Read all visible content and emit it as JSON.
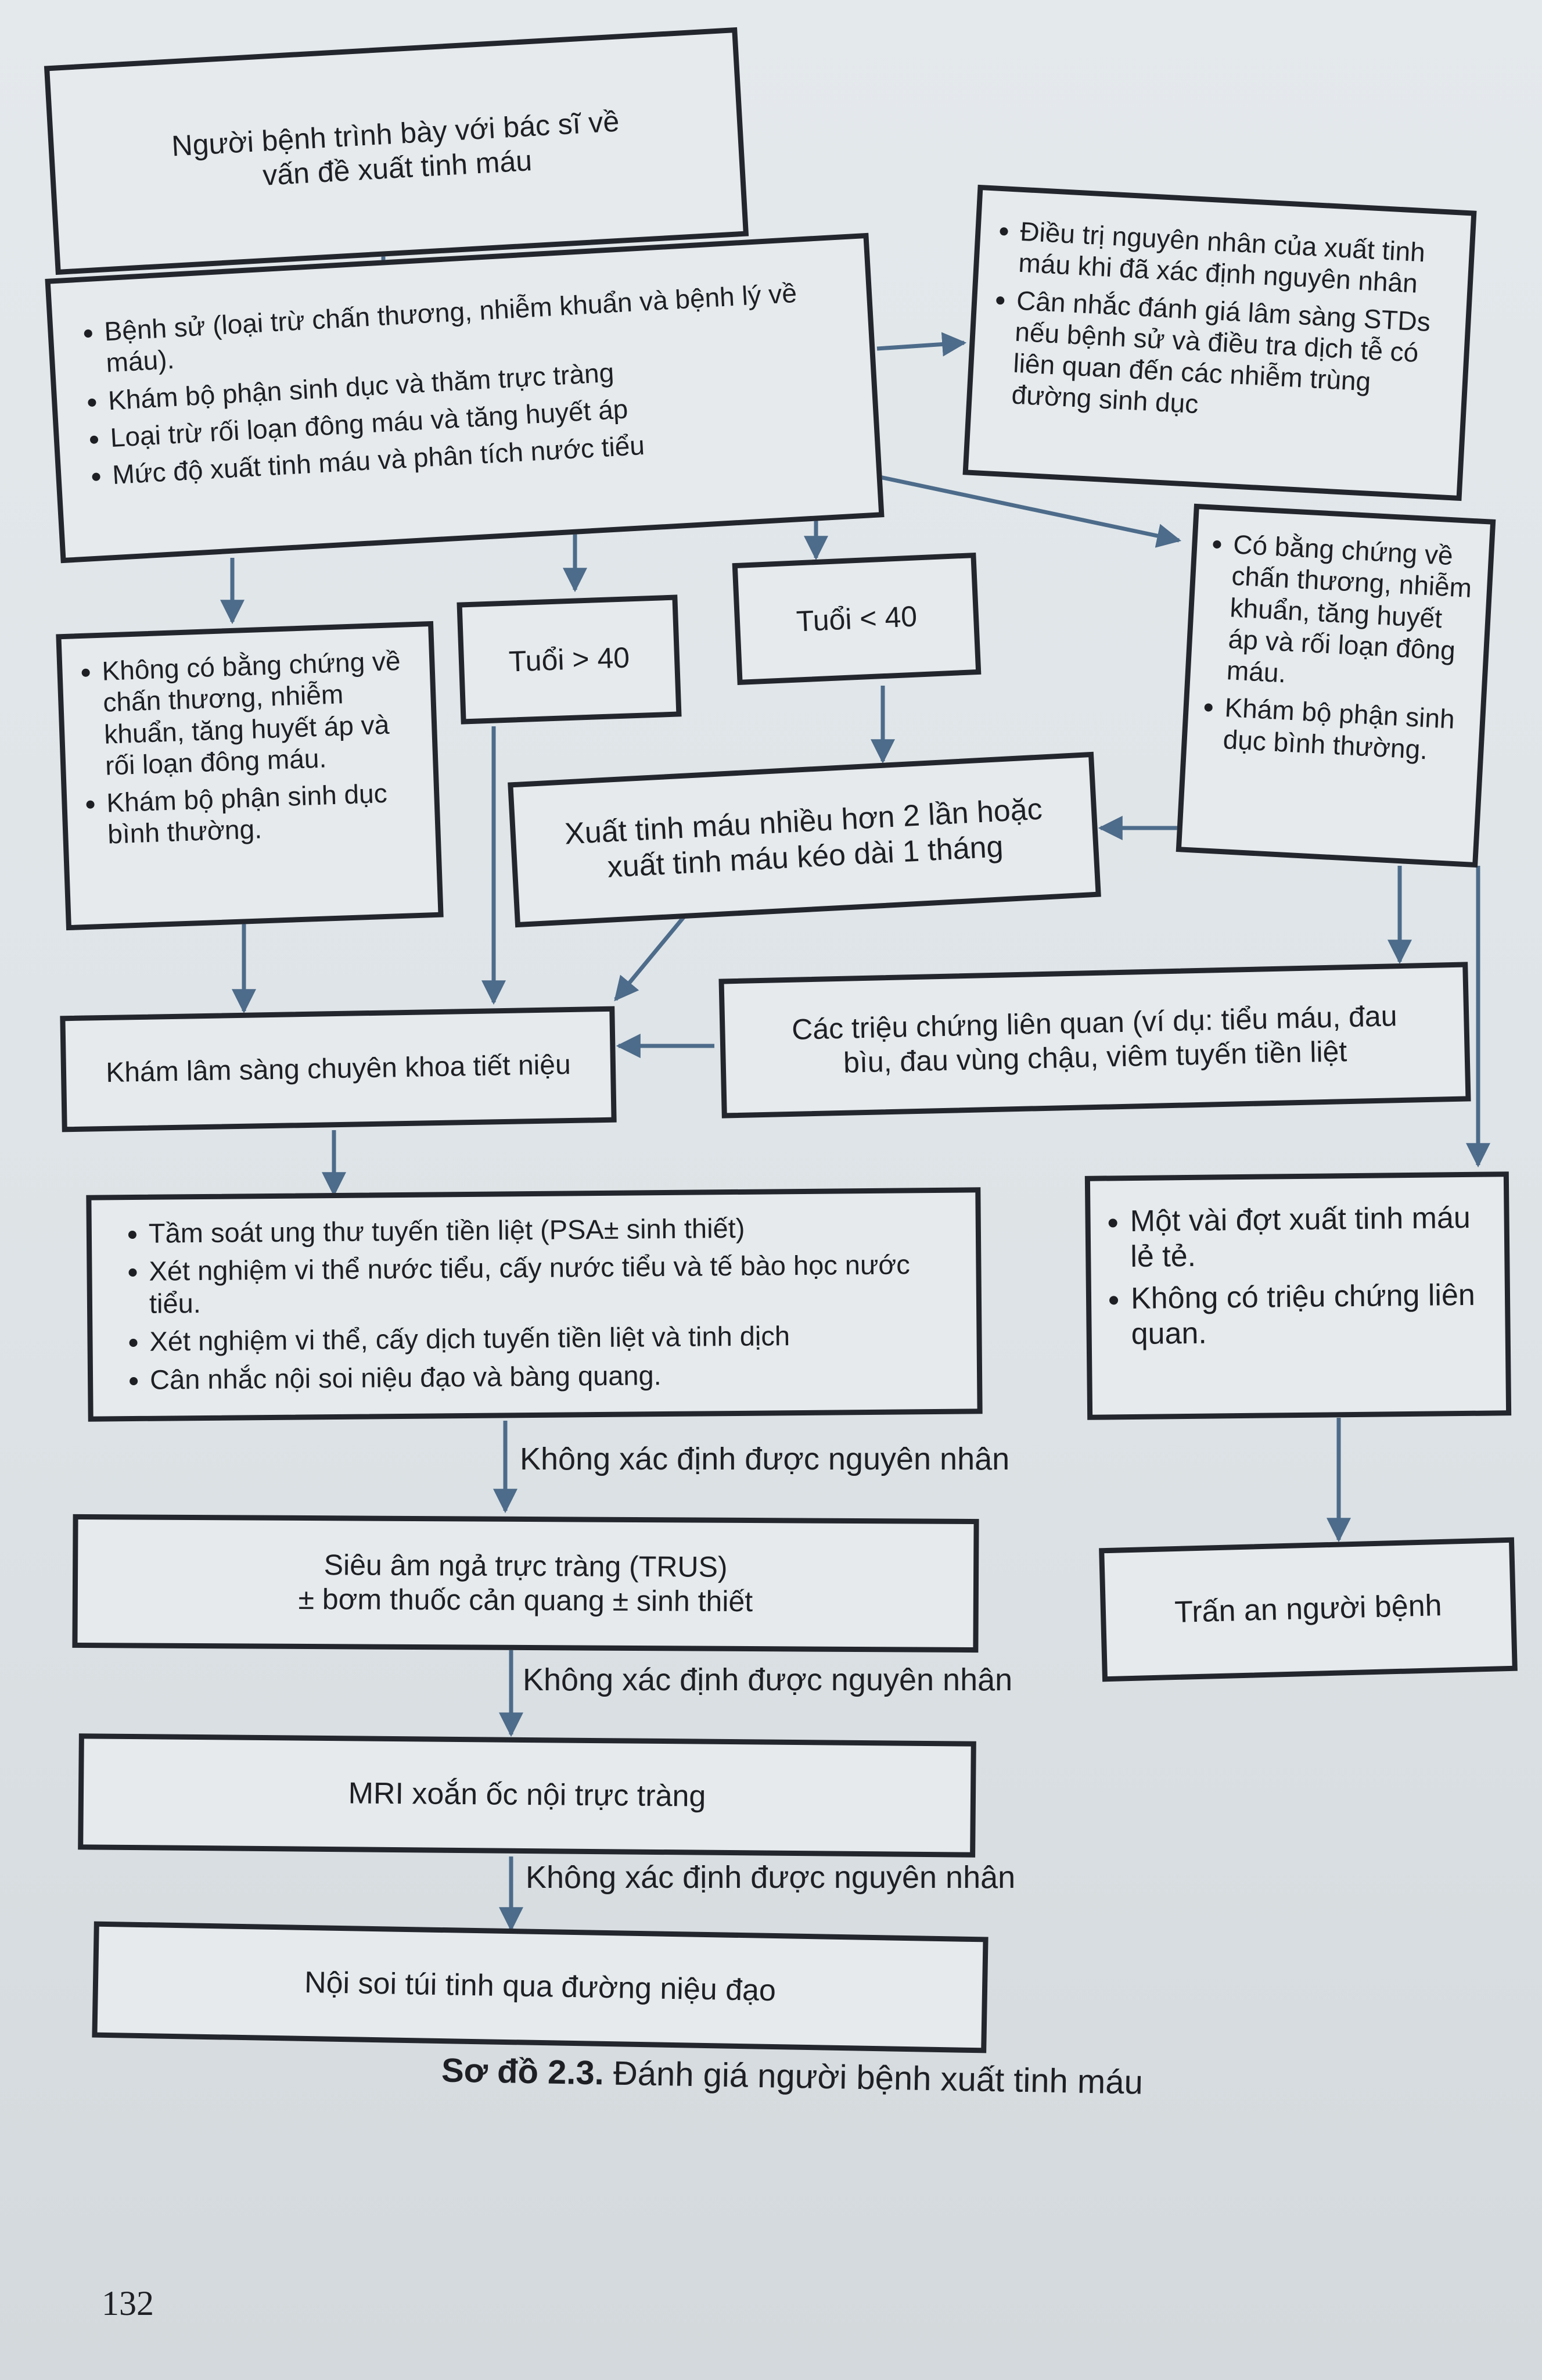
{
  "flowchart": {
    "start": {
      "line1": "Người bệnh trình bày với bác sĩ về",
      "line2": "vấn đề xuất tinh máu"
    },
    "history": [
      "Bệnh sử (loại trừ chấn thương, nhiễm khuẩn và bệnh lý về máu).",
      "Khám bộ phận sinh dục và thăm trực tràng",
      "Loại trừ rối loạn đông máu và tăng huyết áp",
      "Mức độ xuất tinh máu và phân tích nước tiểu"
    ],
    "treatment": [
      "Điều trị nguyên nhân của xuất tinh máu khi đã xác định nguyên nhân",
      "Cân nhắc đánh giá lâm sàng STDs nếu bệnh sử và điều tra dịch tễ có liên quan đến các nhiễm trùng đường sinh dục"
    ],
    "evidence": [
      "Có bằng chứng về chấn thương, nhiễm khuẩn, tăng huyết áp và rối loạn đông máu.",
      "Khám bộ phận sinh dục bình thường."
    ],
    "no_evidence": [
      "Không có bằng chứng về chấn thương, nhiễm khuẩn, tăng huyết áp và rối loạn đông máu.",
      "Khám bộ phận sinh dục bình thường."
    ],
    "age_over": "Tuổi > 40",
    "age_under": "Tuổi < 40",
    "recurrent": {
      "line1": "Xuất tinh máu nhiều hơn 2 lần hoặc",
      "line2": "xuất tinh máu kéo dài 1 tháng"
    },
    "urology_exam": "Khám lâm sàng chuyên khoa tiết niệu",
    "symptoms": {
      "line1": "Các triệu chứng liên quan (ví dụ: tiểu máu, đau",
      "line2": "bìu, đau vùng chậu, viêm tuyến tiền liệt"
    },
    "screening": [
      "Tầm soát ung thư tuyến tiền liệt (PSA± sinh thiết)",
      "Xét nghiệm vi thể nước tiểu, cấy nước tiểu và tế bào học nước tiểu.",
      "Xét nghiệm vi thể, cấy dịch tuyến tiền liệt và tinh dịch",
      "Cân nhắc nội soi niệu đạo và bàng quang."
    ],
    "isolated": [
      "Một vài đợt xuất tinh máu lẻ tẻ.",
      "Không có triệu chứng liên quan."
    ],
    "not_found_1": "Không xác định được nguyên nhân",
    "trus": {
      "line1": "Siêu âm ngả trực tràng (TRUS)",
      "line2": "± bơm thuốc cản quang ± sinh thiết"
    },
    "reassure": "Trấn an người bệnh",
    "not_found_2": "Không xác định được nguyên nhân",
    "mri": "MRI xoắn ốc nội trực tràng",
    "not_found_3": "Không xác định được nguyên nhân",
    "endoscopy": "Nội soi túi tinh qua đường niệu đạo"
  },
  "caption": {
    "label": "Sơ đồ 2.3.",
    "text": "Đánh giá người bệnh xuất tinh máu"
  },
  "page_number": "132"
}
